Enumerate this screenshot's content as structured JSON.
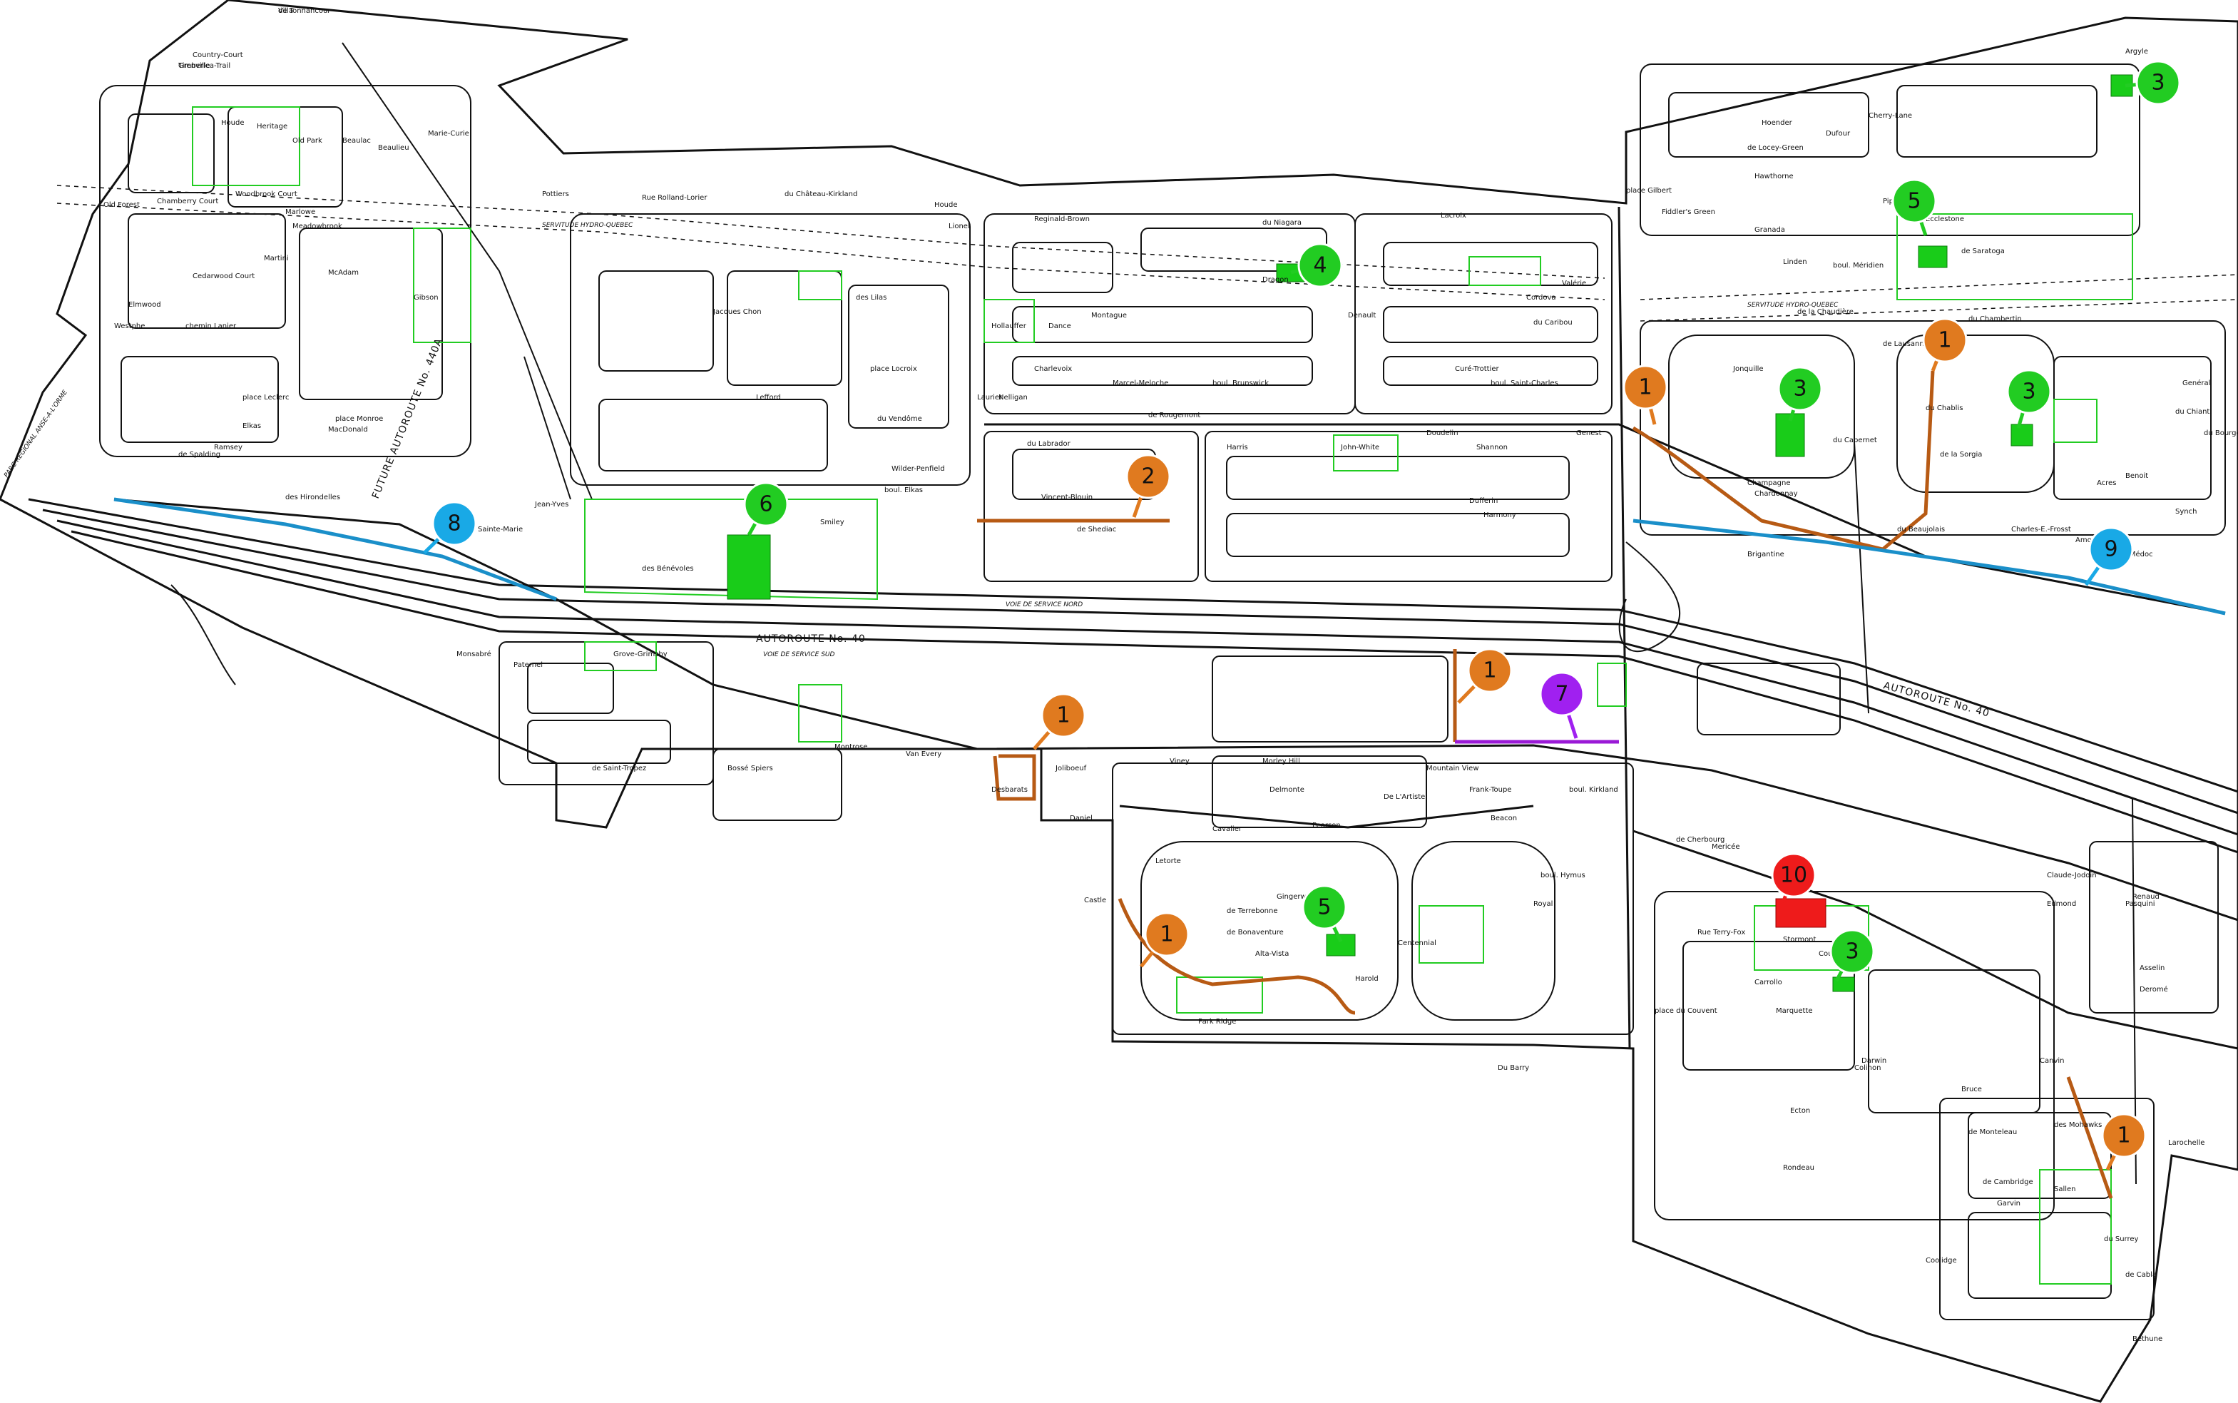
{
  "colors": {
    "green": "#22cc22",
    "orange": "#e07a1f",
    "blue": "#19a9e6",
    "purple": "#a020f0",
    "red": "#ee1b1b"
  },
  "map_labels": {
    "servitude_left": "SERVITUDE HYDRO-QUEBEC",
    "servitude_right": "SERVITUDE HYDRO-QUEBEC",
    "autoroute_left": "AUTOROUTE No. 40",
    "autoroute_right": "AUTOROUTE No. 40",
    "future_autoroute": "FUTURE AUTOROUTE No. 440A",
    "voie_nord": "VOIE DE SERVICE NORD",
    "voie_sud": "VOIE DE SERVICE SUD",
    "parc": "PARC REGIONAL ANSE-A-L'ORME"
  },
  "streets": [
    "de Tonnancour",
    "Timberlea-Trail",
    "Country-Court",
    "Houde",
    "Heritage",
    "Old Park",
    "Beaulac",
    "Beaulieu",
    "Marie-Curie",
    "Old Forest",
    "Chamberry Court",
    "Woodbrook Court",
    "Marlowe",
    "Meadowbrook",
    "Cedarwood Court",
    "Martini",
    "McAdam",
    "Gibson",
    "Elmwood",
    "Westphe",
    "chemin Lanier",
    "place Leclerc",
    "Elkas",
    "place Monroe",
    "Ramsey",
    "MacDonald",
    "de Spalding",
    "des Hirondelles",
    "chemin Sainte-Marie",
    "Jean-Yves",
    "des Bénévoles",
    "Smiley",
    "boul. Elkas",
    "Wilder-Penfield",
    "Rue Rolland-Lorier",
    "Pottiers",
    "du Château-Kirkland",
    "Jacques Chon",
    "Lefford",
    "des Lilas",
    "place Locroix",
    "du Vendôme",
    "Laurier",
    "Houde",
    "Lionel",
    "Reginald-Brown",
    "du Niagara",
    "Dragon",
    "Montague",
    "Dance",
    "Hollauffer",
    "Charlevoix",
    "Marcel-Meloche",
    "boul. Brunswick",
    "de Rougemont",
    "Nelligan",
    "du Labrador",
    "Vincent-Blouin",
    "de Shediac",
    "Harris",
    "John-White",
    "Shannon",
    "Doudelin",
    "Dufferin",
    "Harmony",
    "Denault",
    "Lacroix",
    "Cordova",
    "Valérie",
    "du Caribou",
    "Curé-Trottier",
    "boul. Saint-Charles",
    "Genest",
    "Monsabré",
    "Paternel",
    "Grove-Grimsby",
    "de Saint-Tropez",
    "Bossé Spiers",
    "Montrose",
    "Van Every",
    "Desbarats",
    "Joliboeuf",
    "Daniel",
    "Viney",
    "Morley Hill",
    "Delmonte",
    "De L'Artiste",
    "Mountain View",
    "Frank-Toupe",
    "Beacon",
    "boul. Hymus",
    "boul. Kirkland",
    "Cavalier",
    "Pearson",
    "Letorte",
    "de Terrebonne",
    "Gingerwood",
    "de Bonaventure",
    "Alta-Vista",
    "Park Ridge",
    "Harold",
    "Centennial",
    "Royal",
    "Castle",
    "Du Barry",
    "place Gilbert",
    "Fiddler's Green",
    "de Locey-Green",
    "Hawthorne",
    "Cherry-Lane",
    "Hoender",
    "Dufour",
    "Argyle",
    "Piper's",
    "Granada",
    "Ecclestone",
    "de Saratoga",
    "Linden",
    "boul. Méridien",
    "de Lausanne",
    "de la Chaudière",
    "du Chambertin",
    "Jonquille",
    "du Cabernet",
    "du Chablis",
    "de la Sorgia",
    "Champagne",
    "Chardonnay",
    "Brigantine",
    "du Beaujolais",
    "Charles-E.-Frosst",
    "Acres",
    "Benoit",
    "Synch",
    "Amorosa",
    "du Médoc",
    "du Chianti",
    "du Bourgogne",
    "Genéral",
    "Marquette",
    "Bruce",
    "Canvin",
    "Larochelle",
    "des Mohawks",
    "de Cambridge",
    "Garvin",
    "Sallen",
    "du Surrey",
    "de Cabla",
    "Bethune",
    "Rondeau",
    "Coolidge",
    "Darwin",
    "de Monteleau",
    "Stormont",
    "Colinon",
    "Ecton",
    "Claude-Jodoin",
    "Pasquini",
    "Edmond",
    "Renaud",
    "Asselin",
    "Deromé",
    "place du Couvent",
    "Rue Terry-Fox",
    "Carrollo",
    "Courval",
    "de Cherbourg",
    "Mericée",
    "Villa",
    "Grenville"
  ],
  "markers": [
    {
      "id": "m1",
      "label": "1",
      "color": "orange"
    },
    {
      "id": "m2",
      "label": "1",
      "color": "orange"
    },
    {
      "id": "m3",
      "label": "1",
      "color": "orange"
    },
    {
      "id": "m4",
      "label": "1",
      "color": "orange"
    },
    {
      "id": "m5",
      "label": "1",
      "color": "orange"
    },
    {
      "id": "m6",
      "label": "1",
      "color": "orange"
    },
    {
      "id": "m7",
      "label": "2",
      "color": "orange"
    },
    {
      "id": "m8",
      "label": "3",
      "color": "green"
    },
    {
      "id": "m9",
      "label": "3",
      "color": "green"
    },
    {
      "id": "m10",
      "label": "3",
      "color": "green"
    },
    {
      "id": "m11",
      "label": "3",
      "color": "green"
    },
    {
      "id": "m12",
      "label": "4",
      "color": "green"
    },
    {
      "id": "m13",
      "label": "5",
      "color": "green"
    },
    {
      "id": "m14",
      "label": "5",
      "color": "green"
    },
    {
      "id": "m15",
      "label": "6",
      "color": "green"
    },
    {
      "id": "m16",
      "label": "7",
      "color": "purple"
    },
    {
      "id": "m17",
      "label": "8",
      "color": "blue"
    },
    {
      "id": "m18",
      "label": "9",
      "color": "blue"
    },
    {
      "id": "m19",
      "label": "10",
      "color": "red"
    }
  ]
}
